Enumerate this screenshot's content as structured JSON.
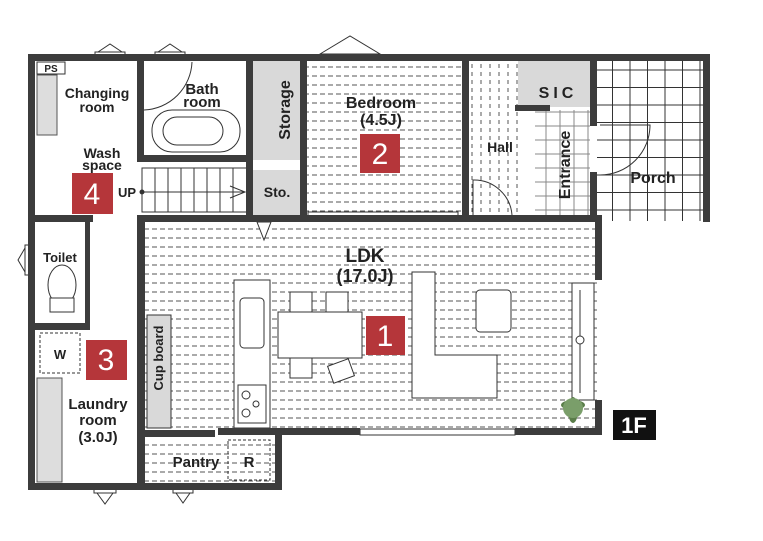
{
  "plan": {
    "floor_badge": "1F",
    "rooms": {
      "ps": "PS",
      "changing_1": "Changing",
      "changing_2": "room",
      "bath_1": "Bath",
      "bath_2": "room",
      "storage": "Storage",
      "bedroom_1": "Bedroom",
      "bedroom_2": "(4.5J)",
      "sic": "SIC",
      "hall": "Hall",
      "entrance": "Entrance",
      "porch": "Porch",
      "wash_1": "Wash",
      "wash_2": "space",
      "up": "UP",
      "sto": "Sto.",
      "ldk_1": "LDK",
      "ldk_2": "(17.0J)",
      "toilet": "Toilet",
      "w": "W",
      "cupboard": "Cup board",
      "laundry_1": "Laundry",
      "laundry_2": "room",
      "laundry_3": "(3.0J)",
      "pantry": "Pantry",
      "r": "R"
    },
    "markers": [
      "1",
      "2",
      "3",
      "4"
    ]
  },
  "colors": {
    "wall": "#3c3c3c",
    "marker": "#b5363a",
    "storage_fill": "#d9d9d9"
  }
}
